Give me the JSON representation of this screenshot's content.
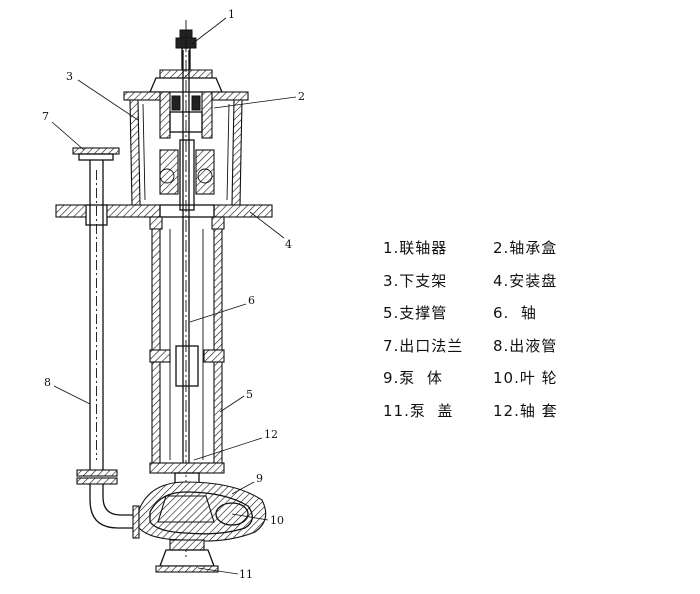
{
  "callouts": [
    "1",
    "2",
    "3",
    "4",
    "5",
    "6",
    "7",
    "8",
    "9",
    "10",
    "11",
    "12"
  ],
  "legend": {
    "rows": [
      [
        "1.联轴器",
        "2.轴承盒"
      ],
      [
        "3.下支架",
        "4.安装盘"
      ],
      [
        "5.支撑管",
        "6.  轴"
      ],
      [
        "7.出口法兰",
        "8.出液管"
      ],
      [
        "9.泵  体",
        "10.叶 轮"
      ],
      [
        "11.泵  盖",
        "12.轴 套"
      ]
    ]
  }
}
